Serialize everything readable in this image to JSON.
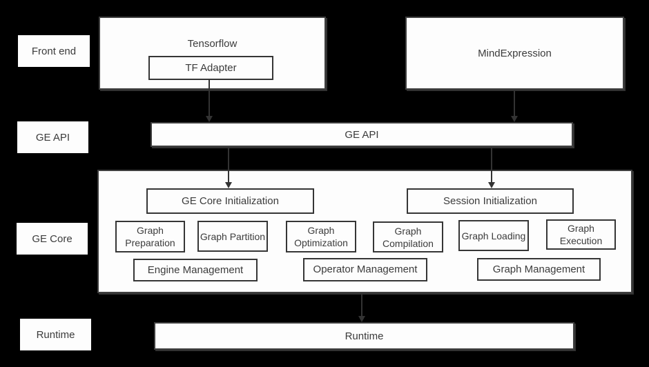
{
  "colors": {
    "background": "#000000",
    "box_fill": "#fdfdfd",
    "border": "#3f3f3f",
    "text": "#3b3b3b",
    "arrow": "#333333"
  },
  "layers": [
    {
      "label": "Front end"
    },
    {
      "label": "GE API"
    },
    {
      "label": "GE Core"
    },
    {
      "label": "Runtime"
    }
  ],
  "front_end": {
    "tensorflow_title": "Tensorflow",
    "tf_adapter_label": "TF Adapter",
    "mindexpression_title": "MindExpression"
  },
  "ge_api": {
    "label": "GE API"
  },
  "ge_core": {
    "initialization": [
      "GE Core Initialization",
      "Session Initialization"
    ],
    "modules": [
      "Graph Preparation",
      "Graph Partition",
      "Graph Optimization",
      "Graph Compilation",
      "Graph Loading",
      "Graph Execution"
    ],
    "management": [
      "Engine Management",
      "Operator Management",
      "Graph Management"
    ]
  },
  "runtime": {
    "label": "Runtime"
  }
}
